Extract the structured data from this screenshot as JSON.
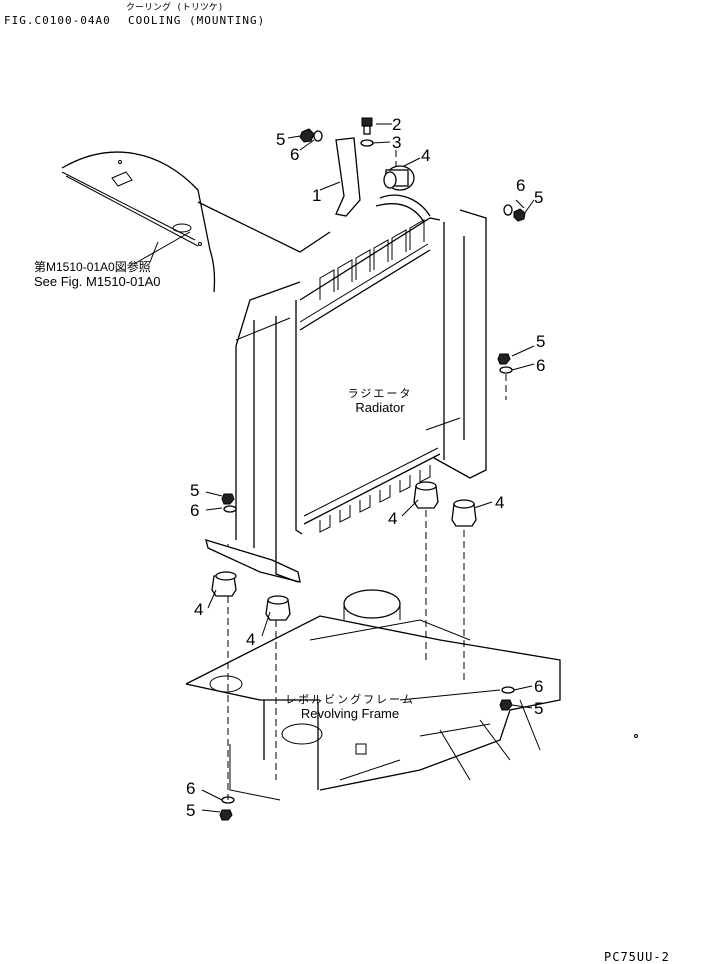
{
  "header": {
    "jp_title": "クーリング (トリツケ)",
    "fig_code": "FIG.C0100-04A0",
    "title": "COOLING (MOUNTING)"
  },
  "reference": {
    "jp": "第M1510-01A0図参照",
    "en": "See Fig. M1510-01A0"
  },
  "radiator": {
    "jp": "ラジエータ",
    "en": "Radiator"
  },
  "revolving_frame": {
    "jp": "レボルビングフレーム",
    "en": "Revolving Frame"
  },
  "callouts": {
    "c1": "1",
    "c2": "2",
    "c3": "3",
    "c4_top": "4",
    "c5_tl": "5",
    "c6_tl": "6",
    "c6_tr": "6",
    "c5_tr": "5",
    "c5_r": "5",
    "c6_r": "6",
    "c5_l": "5",
    "c6_l": "6",
    "c4_mid_a": "4",
    "c4_mid_b": "4",
    "c4_low_a": "4",
    "c4_low_b": "4",
    "c6_br": "6",
    "c5_br": "5",
    "c6_bl": "6",
    "c5_bl": "5"
  },
  "footer": {
    "code": "PC75UU-2"
  }
}
